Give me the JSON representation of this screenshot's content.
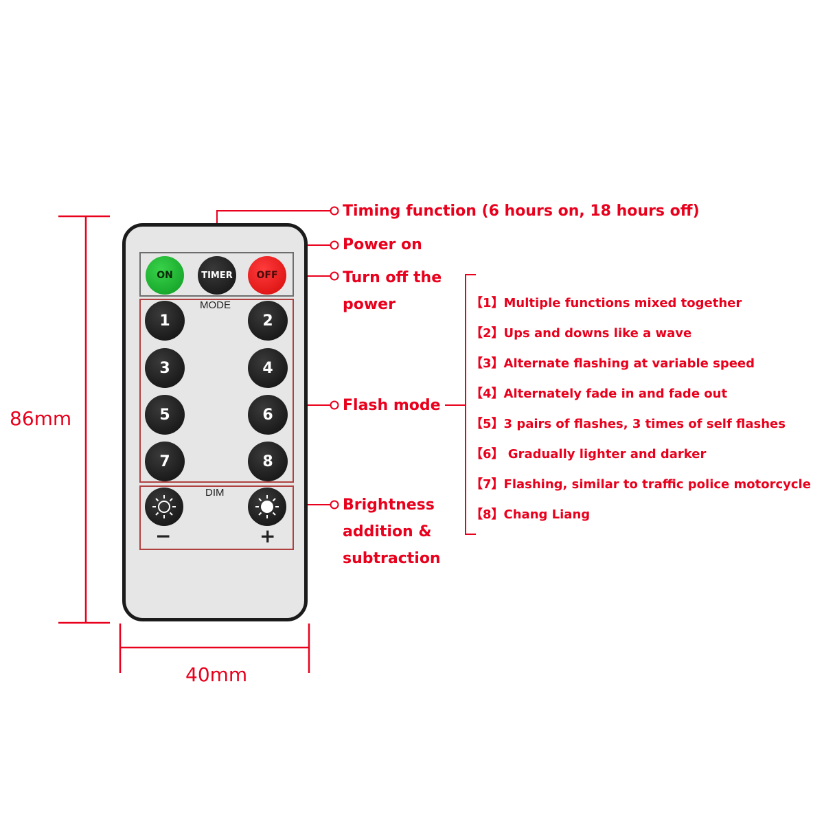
{
  "dimensions": {
    "height_label": "86mm",
    "width_label": "40mm"
  },
  "remote": {
    "top_buttons": {
      "on": "ON",
      "timer": "TIMER",
      "off": "OFF"
    },
    "mode_label": "MODE",
    "number_buttons": [
      "1",
      "2",
      "3",
      "4",
      "5",
      "6",
      "7",
      "8"
    ],
    "dim_label": "DIM",
    "minus": "−",
    "plus": "+"
  },
  "callouts": {
    "timing": "Timing function (6 hours on, 18 hours off)",
    "power_on": "Power on",
    "power_off_line1": "Turn off the",
    "power_off_line2": "power",
    "flash_mode": "Flash mode",
    "brightness_line1": "Brightness",
    "brightness_line2": "addition &",
    "brightness_line3": "subtraction"
  },
  "mode_list": [
    "【1】Multiple functions mixed together",
    "【2】Ups and downs like a wave",
    "【3】Alternate flashing at variable speed",
    "【4】Alternately fade in and fade out",
    "【5】3 pairs of flashes, 3 times of self flashes",
    "【6】 Gradually lighter and darker",
    "【7】Flashing, similar to traffic police motorcycle",
    "【8】Chang Liang"
  ],
  "colors": {
    "callout": "#e8001c",
    "on_button": "#1fbf35",
    "off_button": "#f01a1a",
    "button_dark": "#151515",
    "remote_face": "#e6e6e6"
  }
}
